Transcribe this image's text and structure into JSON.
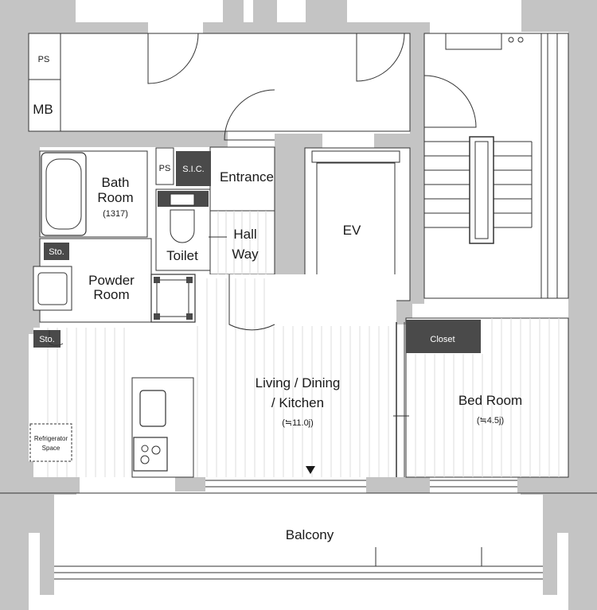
{
  "colors": {
    "wall": "#c4c4c4",
    "floor": "#e8e8e8",
    "dark": "#4a4a4a",
    "line": "#333333",
    "white": "#ffffff"
  },
  "labels": {
    "ps_top": "PS",
    "mb": "MB",
    "bath_line1": "Bath",
    "bath_line2": "Room",
    "bath_size": "(1317)",
    "ps_small": "PS",
    "sic": "S.I.C.",
    "entrance": "Entrance",
    "ev": "EV",
    "hall_line1": "Hall",
    "hall_line2": "Way",
    "toilet": "Toilet",
    "sto_upper": "Sto.",
    "sto_lower": "Sto.",
    "powder_line1": "Powder",
    "powder_line2": "Room",
    "closet": "Closet",
    "ldk_line1": "Living / Dining",
    "ldk_line2": "/ Kitchen",
    "ldk_size": "(≒11.0j)",
    "bed": "Bed Room",
    "bed_size": "(≒4.5j)",
    "fridge_line1": "Refrigerator",
    "fridge_line2": "Space",
    "balcony": "Balcony"
  }
}
